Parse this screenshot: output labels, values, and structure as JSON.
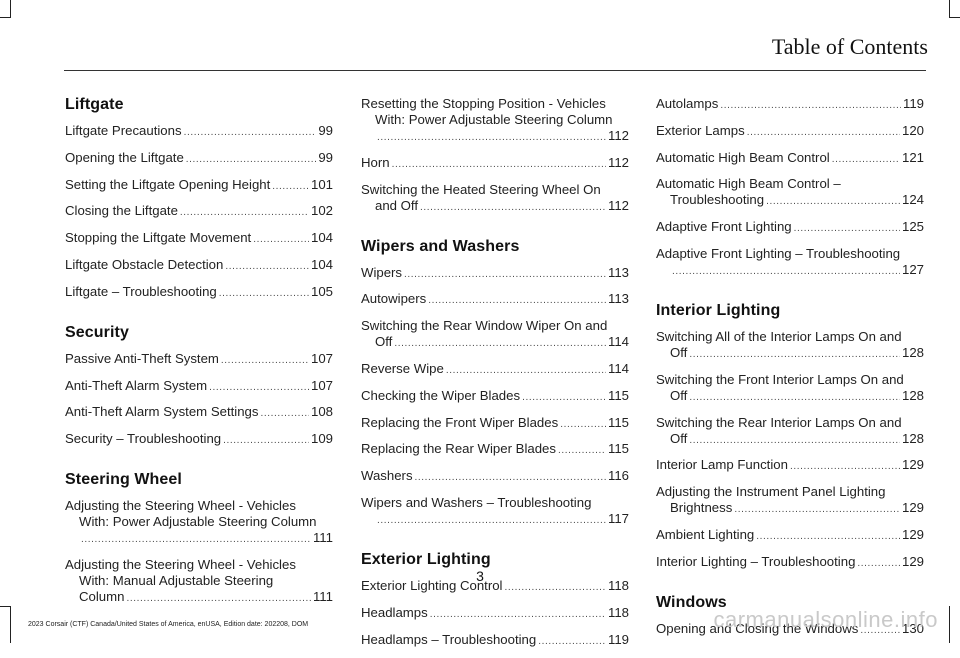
{
  "header": {
    "title": "Table of Contents"
  },
  "columns": [
    {
      "sections": [
        {
          "heading": "Liftgate",
          "entries": [
            {
              "lines": [
                "Liftgate Precautions"
              ],
              "page": "99"
            },
            {
              "lines": [
                "Opening the Liftgate"
              ],
              "page": "99"
            },
            {
              "lines": [
                "Setting the Liftgate Opening Height"
              ],
              "page": "101"
            },
            {
              "lines": [
                "Closing the Liftgate"
              ],
              "page": "102"
            },
            {
              "lines": [
                "Stopping the Liftgate Movement"
              ],
              "page": "104"
            },
            {
              "lines": [
                "Liftgate Obstacle Detection"
              ],
              "page": "104"
            },
            {
              "lines": [
                "Liftgate – Troubleshooting"
              ],
              "page": "105"
            }
          ]
        },
        {
          "heading": "Security",
          "entries": [
            {
              "lines": [
                "Passive Anti-Theft System"
              ],
              "page": "107"
            },
            {
              "lines": [
                "Anti-Theft Alarm System"
              ],
              "page": "107"
            },
            {
              "lines": [
                "Anti-Theft Alarm System Settings"
              ],
              "page": "108"
            },
            {
              "lines": [
                "Security – Troubleshooting"
              ],
              "page": "109"
            }
          ]
        },
        {
          "heading": "Steering Wheel",
          "entries": [
            {
              "lines": [
                "Adjusting the Steering Wheel - Vehicles",
                "With: Power Adjustable Steering Column",
                ""
              ],
              "page": "111"
            },
            {
              "lines": [
                "Adjusting the Steering Wheel - Vehicles",
                "With: Manual Adjustable Steering",
                "Column"
              ],
              "page": "111"
            }
          ]
        }
      ]
    },
    {
      "sections": [
        {
          "heading": "",
          "entries": [
            {
              "lines": [
                "Resetting the Stopping Position - Vehicles",
                "With: Power Adjustable Steering Column",
                ""
              ],
              "page": "112"
            },
            {
              "lines": [
                "Horn"
              ],
              "page": "112"
            },
            {
              "lines": [
                "Switching the Heated Steering Wheel On",
                "and Off"
              ],
              "page": "112"
            }
          ]
        },
        {
          "heading": "Wipers and Washers",
          "entries": [
            {
              "lines": [
                "Wipers"
              ],
              "page": "113"
            },
            {
              "lines": [
                "Autowipers"
              ],
              "page": "113"
            },
            {
              "lines": [
                "Switching the Rear Window Wiper On and",
                "Off"
              ],
              "page": "114"
            },
            {
              "lines": [
                "Reverse Wipe"
              ],
              "page": "114"
            },
            {
              "lines": [
                "Checking the Wiper Blades"
              ],
              "page": "115"
            },
            {
              "lines": [
                "Replacing the Front Wiper Blades"
              ],
              "page": "115"
            },
            {
              "lines": [
                "Replacing the Rear Wiper Blades"
              ],
              "page": "115"
            },
            {
              "lines": [
                "Washers"
              ],
              "page": "116"
            },
            {
              "lines": [
                "Wipers and Washers – Troubleshooting",
                ""
              ],
              "page": "117"
            }
          ]
        },
        {
          "heading": "Exterior Lighting",
          "entries": [
            {
              "lines": [
                "Exterior Lighting Control"
              ],
              "page": "118"
            },
            {
              "lines": [
                "Headlamps"
              ],
              "page": "118"
            },
            {
              "lines": [
                "Headlamps – Troubleshooting"
              ],
              "page": "119"
            }
          ]
        }
      ]
    },
    {
      "sections": [
        {
          "heading": "",
          "entries": [
            {
              "lines": [
                "Autolamps"
              ],
              "page": "119"
            },
            {
              "lines": [
                "Exterior Lamps"
              ],
              "page": "120"
            },
            {
              "lines": [
                "Automatic High Beam Control"
              ],
              "page": "121"
            },
            {
              "lines": [
                "Automatic High Beam Control –",
                "Troubleshooting"
              ],
              "page": "124"
            },
            {
              "lines": [
                "Adaptive Front Lighting"
              ],
              "page": "125"
            },
            {
              "lines": [
                "Adaptive Front Lighting – Troubleshooting",
                ""
              ],
              "page": "127"
            }
          ]
        },
        {
          "heading": "Interior Lighting",
          "entries": [
            {
              "lines": [
                "Switching All of the Interior Lamps On and",
                "Off"
              ],
              "page": "128"
            },
            {
              "lines": [
                "Switching the Front Interior Lamps On and",
                "Off"
              ],
              "page": "128"
            },
            {
              "lines": [
                "Switching the Rear Interior Lamps On and",
                "Off"
              ],
              "page": "128"
            },
            {
              "lines": [
                "Interior Lamp Function"
              ],
              "page": "129"
            },
            {
              "lines": [
                "Adjusting the Instrument Panel Lighting",
                "Brightness"
              ],
              "page": "129"
            },
            {
              "lines": [
                "Ambient Lighting"
              ],
              "page": "129"
            },
            {
              "lines": [
                "Interior Lighting – Troubleshooting"
              ],
              "page": "129"
            }
          ]
        },
        {
          "heading": "Windows",
          "entries": [
            {
              "lines": [
                "Opening and Closing the Windows"
              ],
              "page": "130"
            }
          ]
        }
      ]
    }
  ],
  "footer": {
    "page_number": "3",
    "edition": "2023 Corsair (CTF) Canada/United States of America, enUSA, Edition date: 202208, DOM",
    "watermark": "carmanualsonline.info"
  }
}
